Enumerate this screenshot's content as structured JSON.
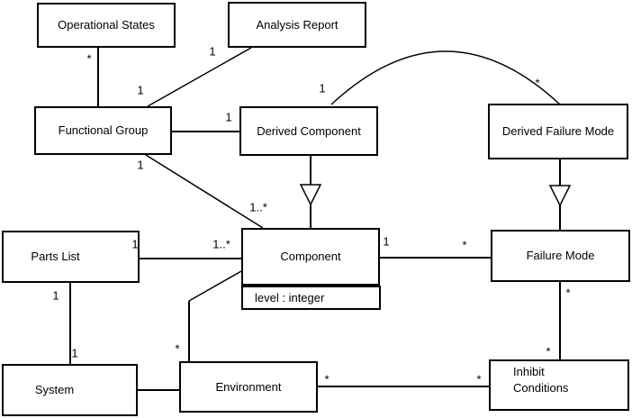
{
  "diagram": {
    "kind": "uml-class-diagram",
    "colors": {
      "background": "#ffffff",
      "line": "#000000",
      "text": "#000000"
    },
    "classes": {
      "operational_states": {
        "name": "Operational States"
      },
      "analysis_report": {
        "name": "Analysis Report"
      },
      "functional_group": {
        "name": "Functional Group"
      },
      "derived_component": {
        "name": "Derived Component"
      },
      "derived_failure_mode": {
        "name": "Derived Failure Mode"
      },
      "parts_list": {
        "name": "Parts List"
      },
      "component": {
        "name": "Component",
        "attributes": [
          "level : integer"
        ]
      },
      "failure_mode": {
        "name": "Failure Mode"
      },
      "system": {
        "name": "System"
      },
      "environment": {
        "name": "Environment"
      },
      "inhibit_conditions": {
        "name": "Inhibit\nConditions"
      }
    },
    "multiplicities": {
      "os_end": "*",
      "fg_end_os": "1",
      "ar_end": "1",
      "dc_end": "1",
      "fg_end_comp": "1",
      "comp_end_fg": "1..*",
      "pl_end": "1",
      "comp_end_pl": "1..*",
      "pl_end_sys": "1",
      "sys_end": "1",
      "env_end_comp": "*",
      "env_end_ic": "*",
      "ic_end_env": "*",
      "comp_end_fm": "1",
      "fm_end_comp": "*",
      "fm_end_ic": "*",
      "ic_end_fm": "*",
      "dc_end_arc": "1",
      "dfm_end_arc": "*"
    }
  }
}
